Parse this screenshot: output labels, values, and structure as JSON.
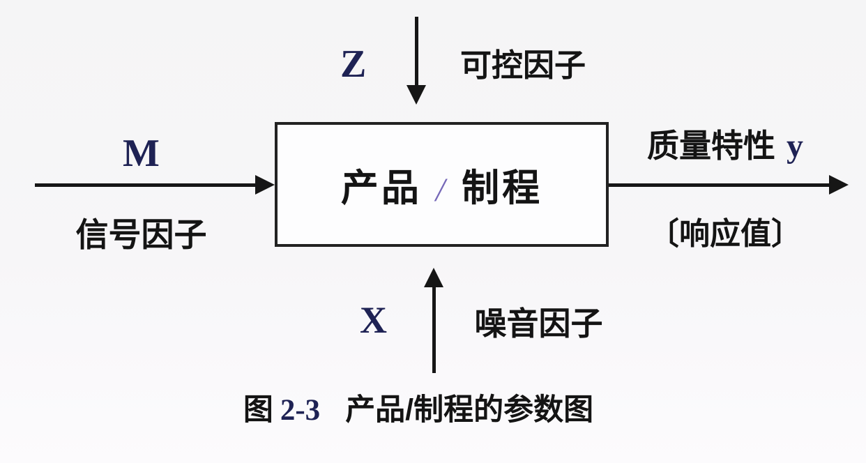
{
  "diagram": {
    "box": {
      "part1": "产品",
      "slash": "/",
      "part2": "制程"
    },
    "top": {
      "variable": "Z",
      "label": "可控因子"
    },
    "left": {
      "variable": "M",
      "label": "信号因子"
    },
    "right": {
      "label": "质量特性",
      "variable": "y",
      "sublabel": "〔响应值〕"
    },
    "bottom": {
      "variable": "X",
      "label": "噪音因子"
    },
    "caption": {
      "fig": "图",
      "number": "2-3",
      "title": "产品/制程的参数图"
    }
  },
  "colors": {
    "line": "#161616",
    "text": "#141414",
    "variable_navy": "#1e2254",
    "slash_accent": "#7668b8",
    "background": "#f7f6f8"
  }
}
